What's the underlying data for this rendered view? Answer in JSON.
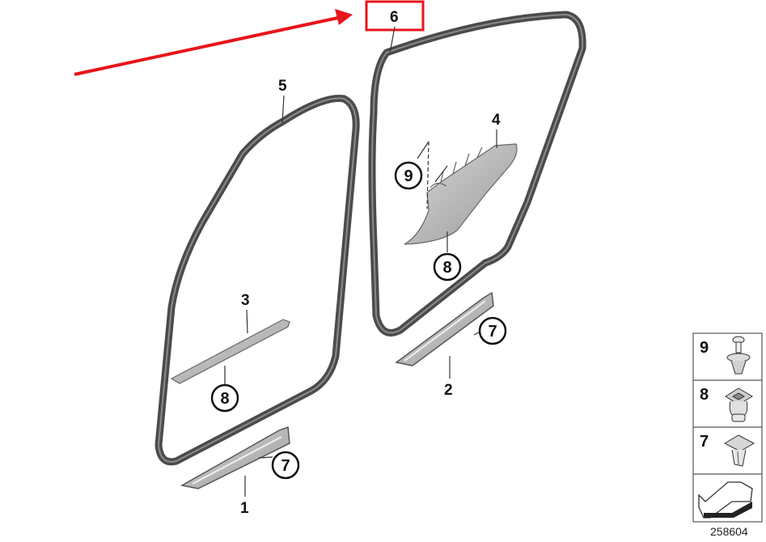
{
  "diagram": {
    "reference_number": "258604",
    "highlighted_callout": "6",
    "highlight_color": "#e8141b",
    "arrow_color": "#e8141b",
    "seal_color": "#4b4b4b",
    "trim_color": "#b4b4b4",
    "callouts": [
      {
        "id": "1",
        "label": "1"
      },
      {
        "id": "2",
        "label": "2"
      },
      {
        "id": "3",
        "label": "3"
      },
      {
        "id": "4",
        "label": "4"
      },
      {
        "id": "5",
        "label": "5"
      },
      {
        "id": "6",
        "label": "6"
      }
    ],
    "circled_callouts": [
      {
        "id": "7a",
        "label": "7"
      },
      {
        "id": "7b",
        "label": "7"
      },
      {
        "id": "8a",
        "label": "8"
      },
      {
        "id": "8b",
        "label": "8"
      },
      {
        "id": "9a",
        "label": "9"
      }
    ],
    "legend": [
      {
        "label": "9",
        "icon": "push-rivet-icon"
      },
      {
        "label": "8",
        "icon": "clip-nut-icon"
      },
      {
        "label": "7",
        "icon": "expanding-clip-icon"
      },
      {
        "label": "",
        "icon": "direction-arrow-icon"
      }
    ]
  }
}
